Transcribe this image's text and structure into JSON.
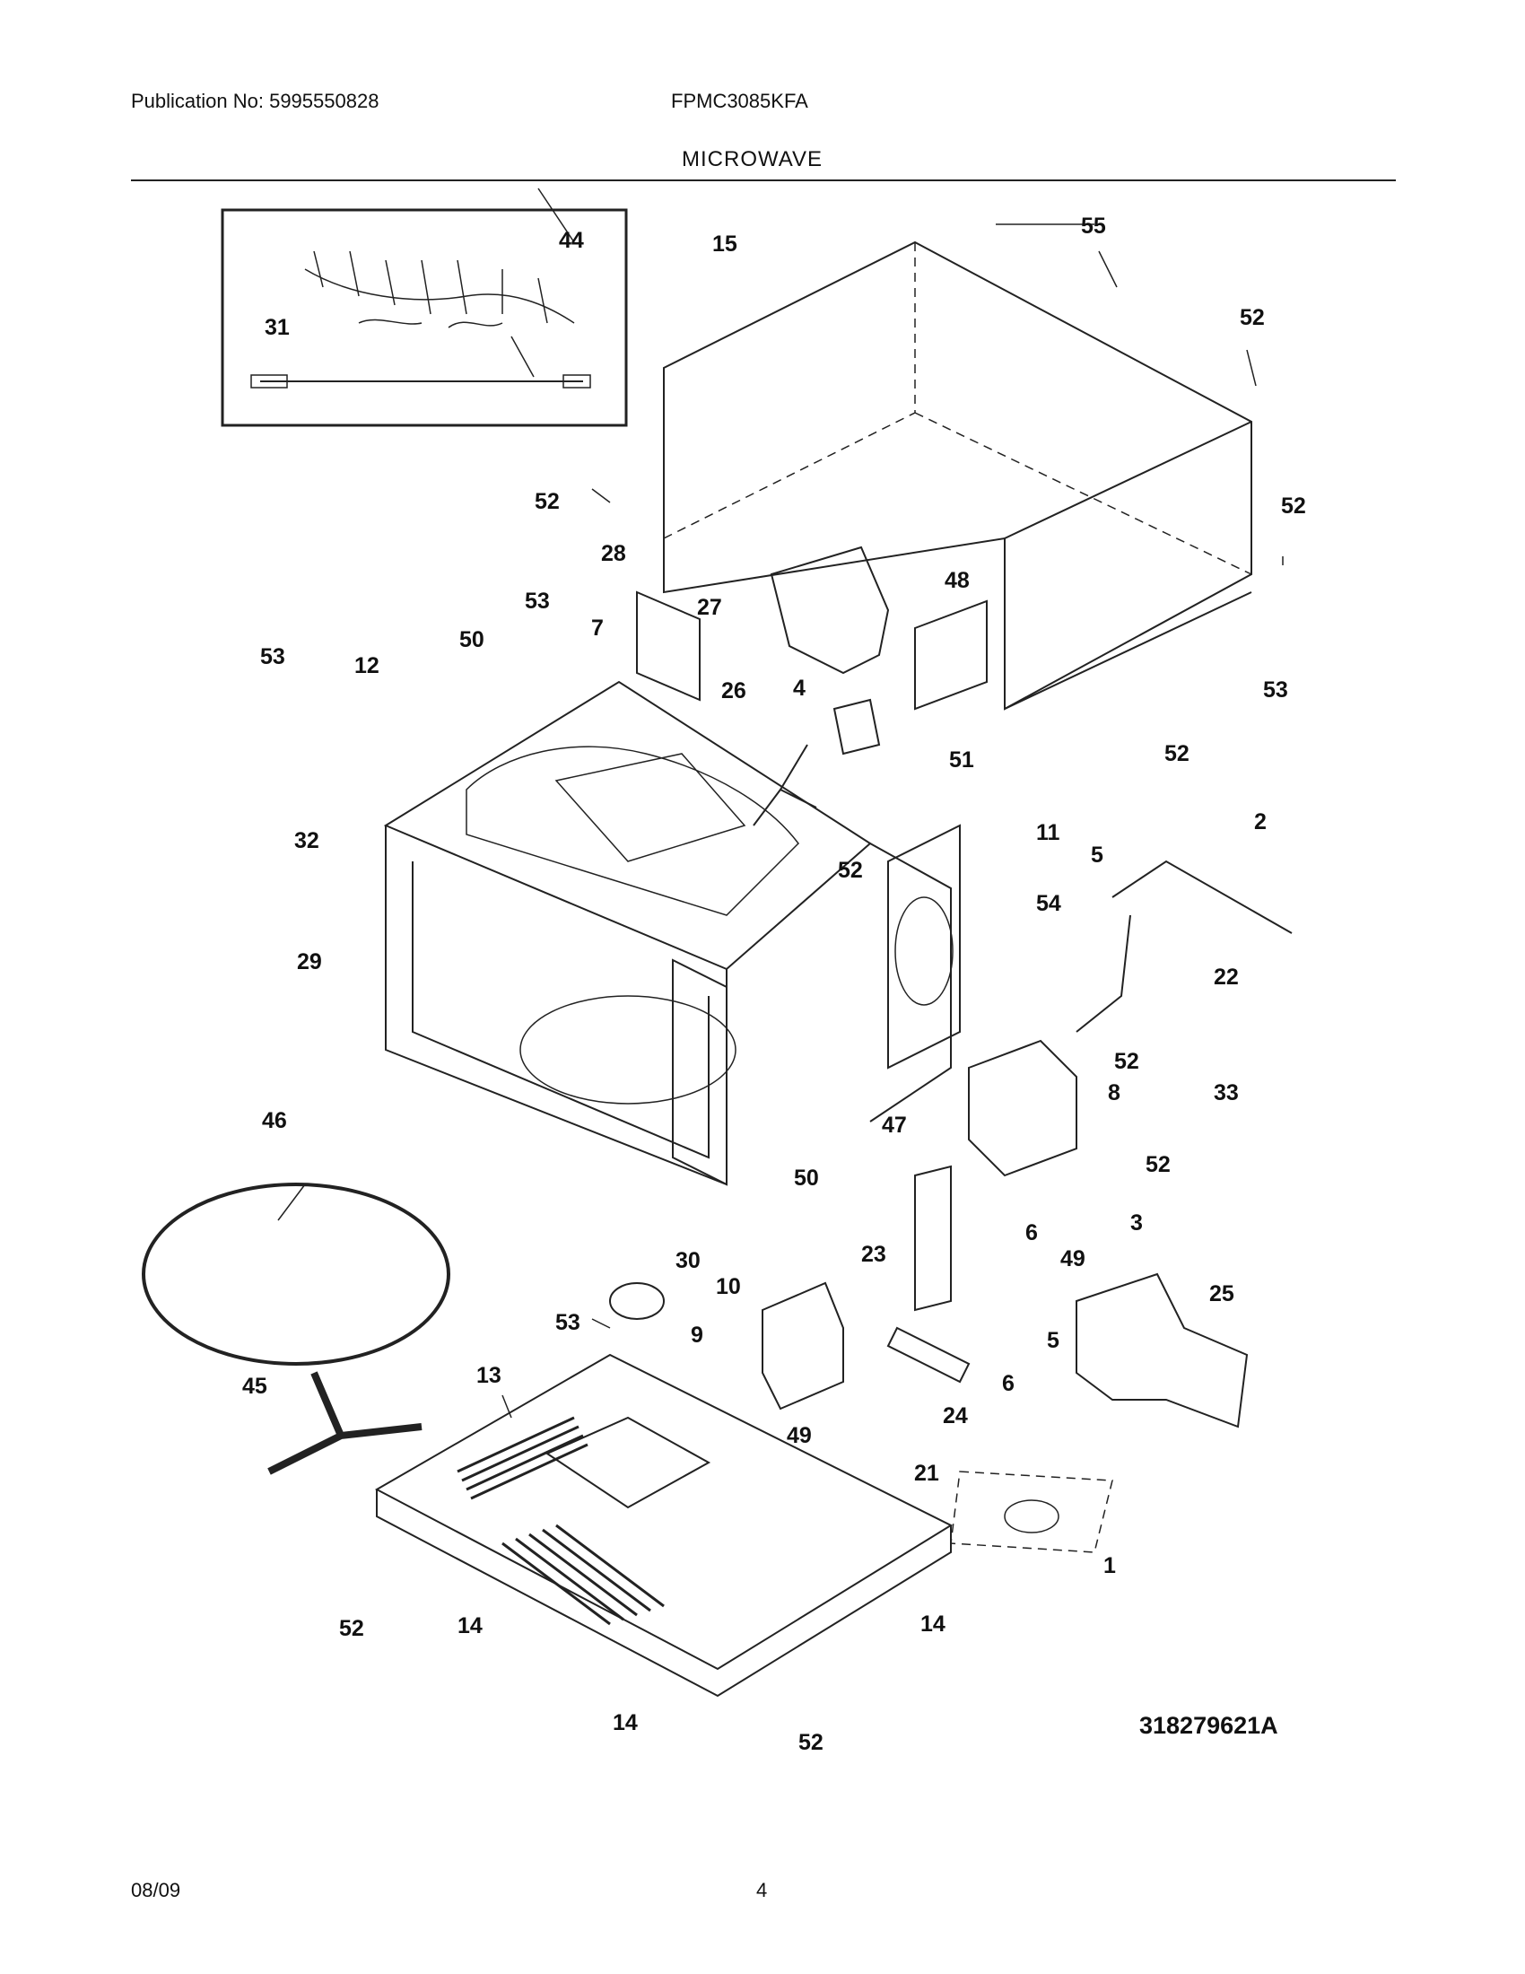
{
  "header": {
    "publication": "Publication No: 5995550828",
    "model": "FPMC3085KFA",
    "title": "MICROWAVE"
  },
  "diagram": {
    "callouts": [
      "44",
      "31",
      "15",
      "55",
      "52",
      "52",
      "52",
      "28",
      "27",
      "48",
      "53",
      "7",
      "50",
      "53",
      "12",
      "26",
      "4",
      "51",
      "11",
      "53",
      "52",
      "2",
      "32",
      "5",
      "54",
      "52",
      "29",
      "52",
      "22",
      "8",
      "33",
      "46",
      "47",
      "50",
      "52",
      "6",
      "30",
      "23",
      "49",
      "3",
      "10",
      "25",
      "53",
      "9",
      "5",
      "13",
      "6",
      "24",
      "45",
      "49",
      "21",
      "1",
      "52",
      "14",
      "14",
      "14",
      "52"
    ],
    "drawing_number": "318279621A"
  },
  "footer": {
    "date": "08/09",
    "page": "4"
  }
}
